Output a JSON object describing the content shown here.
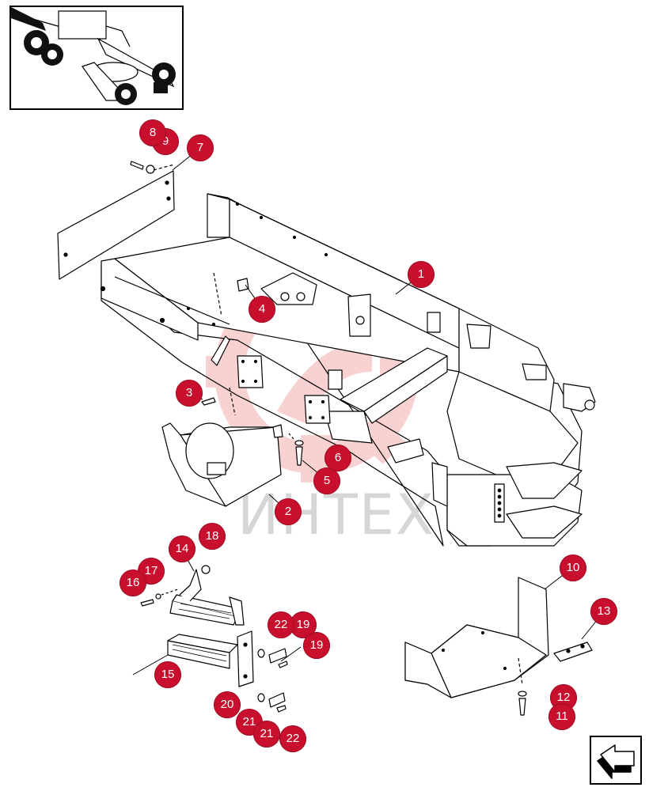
{
  "watermark": {
    "text": "ИНТЕХ",
    "color": "#f3b4b4"
  },
  "accent_color": "#c8102e",
  "thumbnail": {
    "description_icon": "motor-grader-thumbnail-icon"
  },
  "nav": {
    "icon": "back-arrow-icon"
  },
  "callouts": [
    {
      "id": "c1",
      "label": "1"
    },
    {
      "id": "c2",
      "label": "2"
    },
    {
      "id": "c3",
      "label": "3"
    },
    {
      "id": "c4",
      "label": "4"
    },
    {
      "id": "c5",
      "label": "5"
    },
    {
      "id": "c6",
      "label": "6"
    },
    {
      "id": "c7",
      "label": "7"
    },
    {
      "id": "c8",
      "label": "8"
    },
    {
      "id": "c9",
      "label": "9"
    },
    {
      "id": "c10",
      "label": "10"
    },
    {
      "id": "c11",
      "label": "11"
    },
    {
      "id": "c12",
      "label": "12"
    },
    {
      "id": "c13",
      "label": "13"
    },
    {
      "id": "c14",
      "label": "14"
    },
    {
      "id": "c15",
      "label": "15"
    },
    {
      "id": "c16",
      "label": "16"
    },
    {
      "id": "c17",
      "label": "17"
    },
    {
      "id": "c18",
      "label": "18"
    },
    {
      "id": "c19a",
      "label": "19"
    },
    {
      "id": "c20",
      "label": "20"
    },
    {
      "id": "c21a",
      "label": "21"
    },
    {
      "id": "c22a",
      "label": "22"
    },
    {
      "id": "c19b",
      "label": "19"
    },
    {
      "id": "c21b",
      "label": "21"
    },
    {
      "id": "c22b",
      "label": "22"
    }
  ]
}
